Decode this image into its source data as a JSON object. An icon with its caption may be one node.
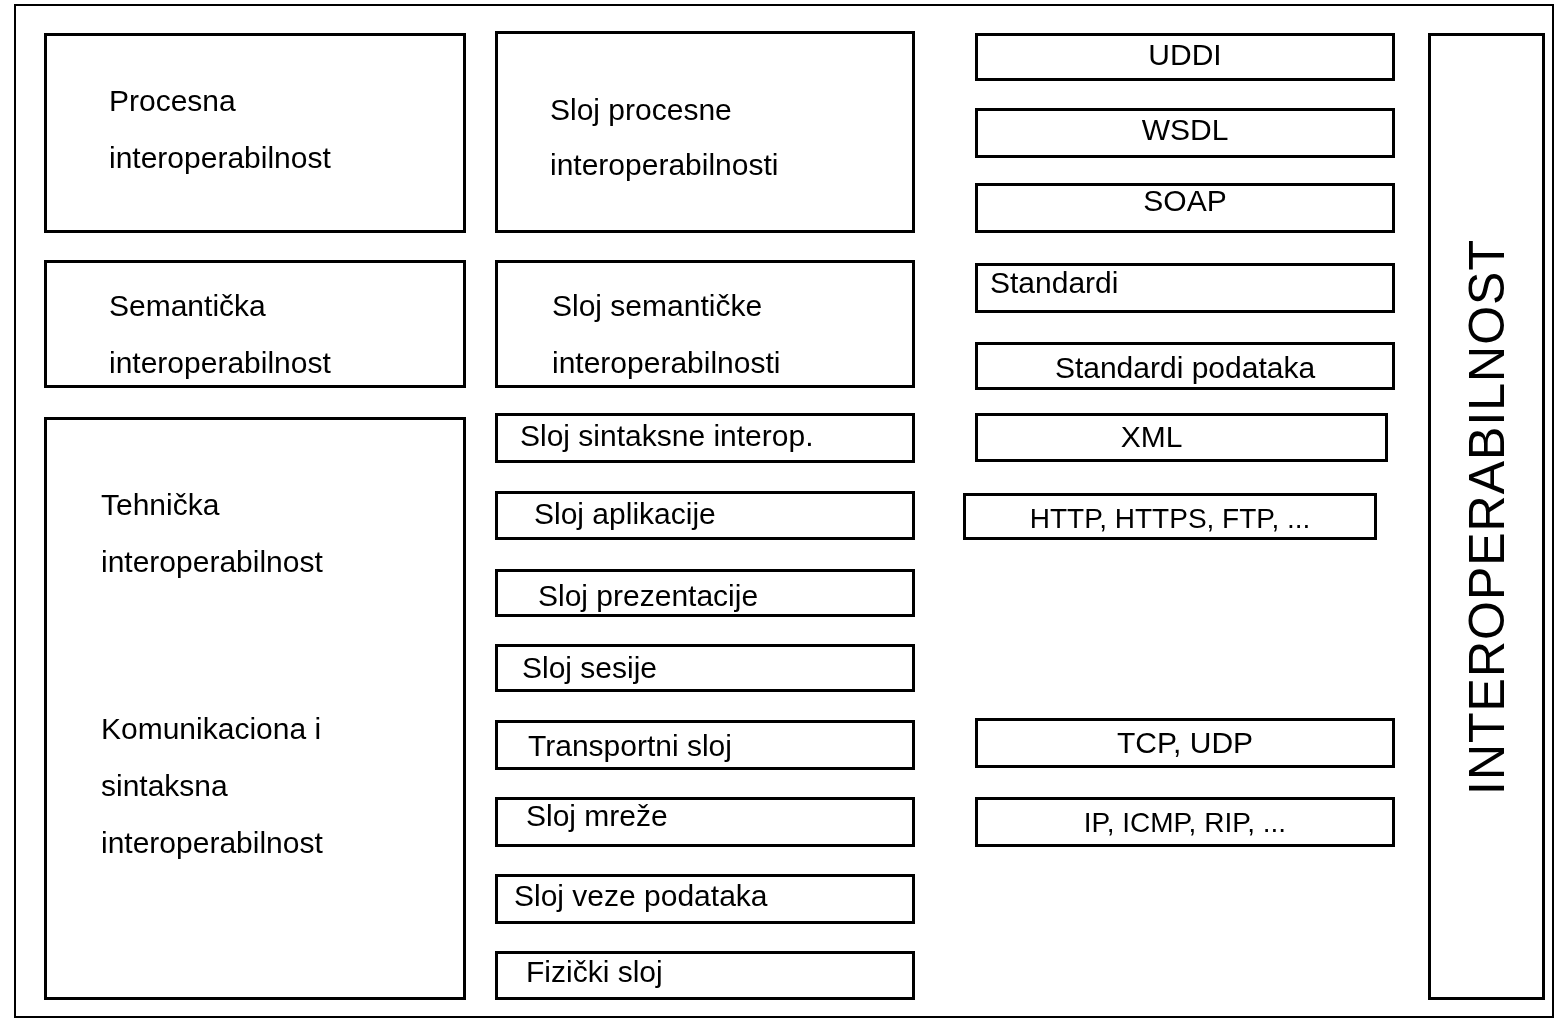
{
  "diagram": {
    "nodes": [
      {
        "text": [
          "Procesna interoperabilnost"
        ]
      },
      {
        "text": [
          "Semantička interoperabilnost"
        ]
      },
      {
        "text": [
          "Tehnička interoperabilnost",
          "Komunikaciona i sintaksna interoperabilnost"
        ]
      },
      {
        "text": [
          "Sloj procesne interoperabilnosti"
        ]
      },
      {
        "text": [
          "Sloj semantičke interoperabilnosti"
        ]
      },
      {
        "text": [
          "Sloj sintaksne interop."
        ]
      },
      {
        "text": [
          "Sloj aplikacije"
        ]
      },
      {
        "text": [
          "Sloj prezentacije"
        ]
      },
      {
        "text": [
          "Sloj sesije"
        ]
      },
      {
        "text": [
          "Transportni sloj"
        ]
      },
      {
        "text": [
          "Sloj mreže"
        ]
      },
      {
        "text": [
          "Sloj veze podataka"
        ]
      },
      {
        "text": [
          "Fizički sloj"
        ]
      },
      {
        "text": [
          "UDDI"
        ]
      },
      {
        "text": [
          "WSDL"
        ]
      },
      {
        "text": [
          "SOAP"
        ]
      },
      {
        "text": [
          "Standardi"
        ]
      },
      {
        "text": [
          "Standardi podataka"
        ]
      },
      {
        "text": [
          "XML"
        ]
      },
      {
        "text": [
          "HTTP, HTTPS, FTP, ..."
        ]
      },
      {
        "text": [
          "TCP, UDP"
        ]
      },
      {
        "text": [
          "IP, ICMP, RIP, ..."
        ]
      },
      {
        "text": [
          "INTEROPERABILNOST"
        ]
      }
    ]
  }
}
